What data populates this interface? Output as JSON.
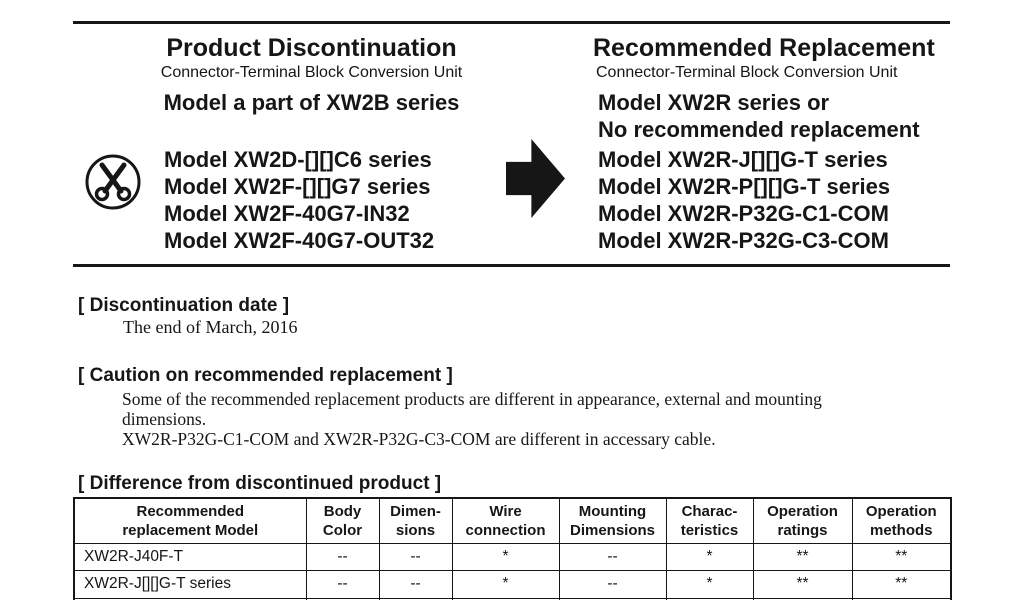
{
  "header": {
    "left": {
      "title": "Product Discontinuation",
      "subtitle": "Connector-Terminal Block Conversion Unit",
      "model_line": "Model a part of XW2B series",
      "models": [
        "Model XW2D-[][]C6 series",
        "Model XW2F-[][]G7 series",
        "Model XW2F-40G7-IN32",
        "Model XW2F-40G7-OUT32"
      ]
    },
    "right": {
      "title": "Recommended Replacement",
      "subtitle": "Connector-Terminal Block Conversion Unit",
      "model_line1": "Model XW2R series or",
      "model_line2": "No recommended replacement",
      "models": [
        "Model XW2R-J[][]G-T series",
        "Model XW2R-P[][]G-T series",
        "Model XW2R-P32G-C1-COM",
        "Model XW2R-P32G-C3-COM"
      ]
    }
  },
  "sections": {
    "discontinuation_date": {
      "heading": "[ Discontinuation date ]",
      "body": "The end of March, 2016"
    },
    "caution": {
      "heading": "[ Caution on recommended replacement ]",
      "body": "Some of the recommended replacement products are different in appearance, external and mounting\ndimensions.\nXW2R-P32G-C1-COM and XW2R-P32G-C3-COM are different in accessary cable."
    },
    "difference": {
      "heading": "[ Difference from discontinued product ]"
    }
  },
  "table": {
    "columns": [
      "Recommended\nreplacement Model",
      "Body\nColor",
      "Dimen-\nsions",
      "Wire\nconnection",
      "Mounting\nDimensions",
      "Charac-\nteristics",
      "Operation\nratings",
      "Operation\nmethods"
    ],
    "rows": [
      {
        "model": "XW2R-J40F-T",
        "values": [
          "--",
          "--",
          "*",
          "--",
          "*",
          "**",
          "**"
        ]
      },
      {
        "model": "XW2R-J[][]G-T series",
        "values": [
          "--",
          "--",
          "*",
          "--",
          "*",
          "**",
          "**"
        ]
      }
    ]
  },
  "colors": {
    "text": "#161616",
    "rule": "#161616",
    "background": "#ffffff"
  }
}
